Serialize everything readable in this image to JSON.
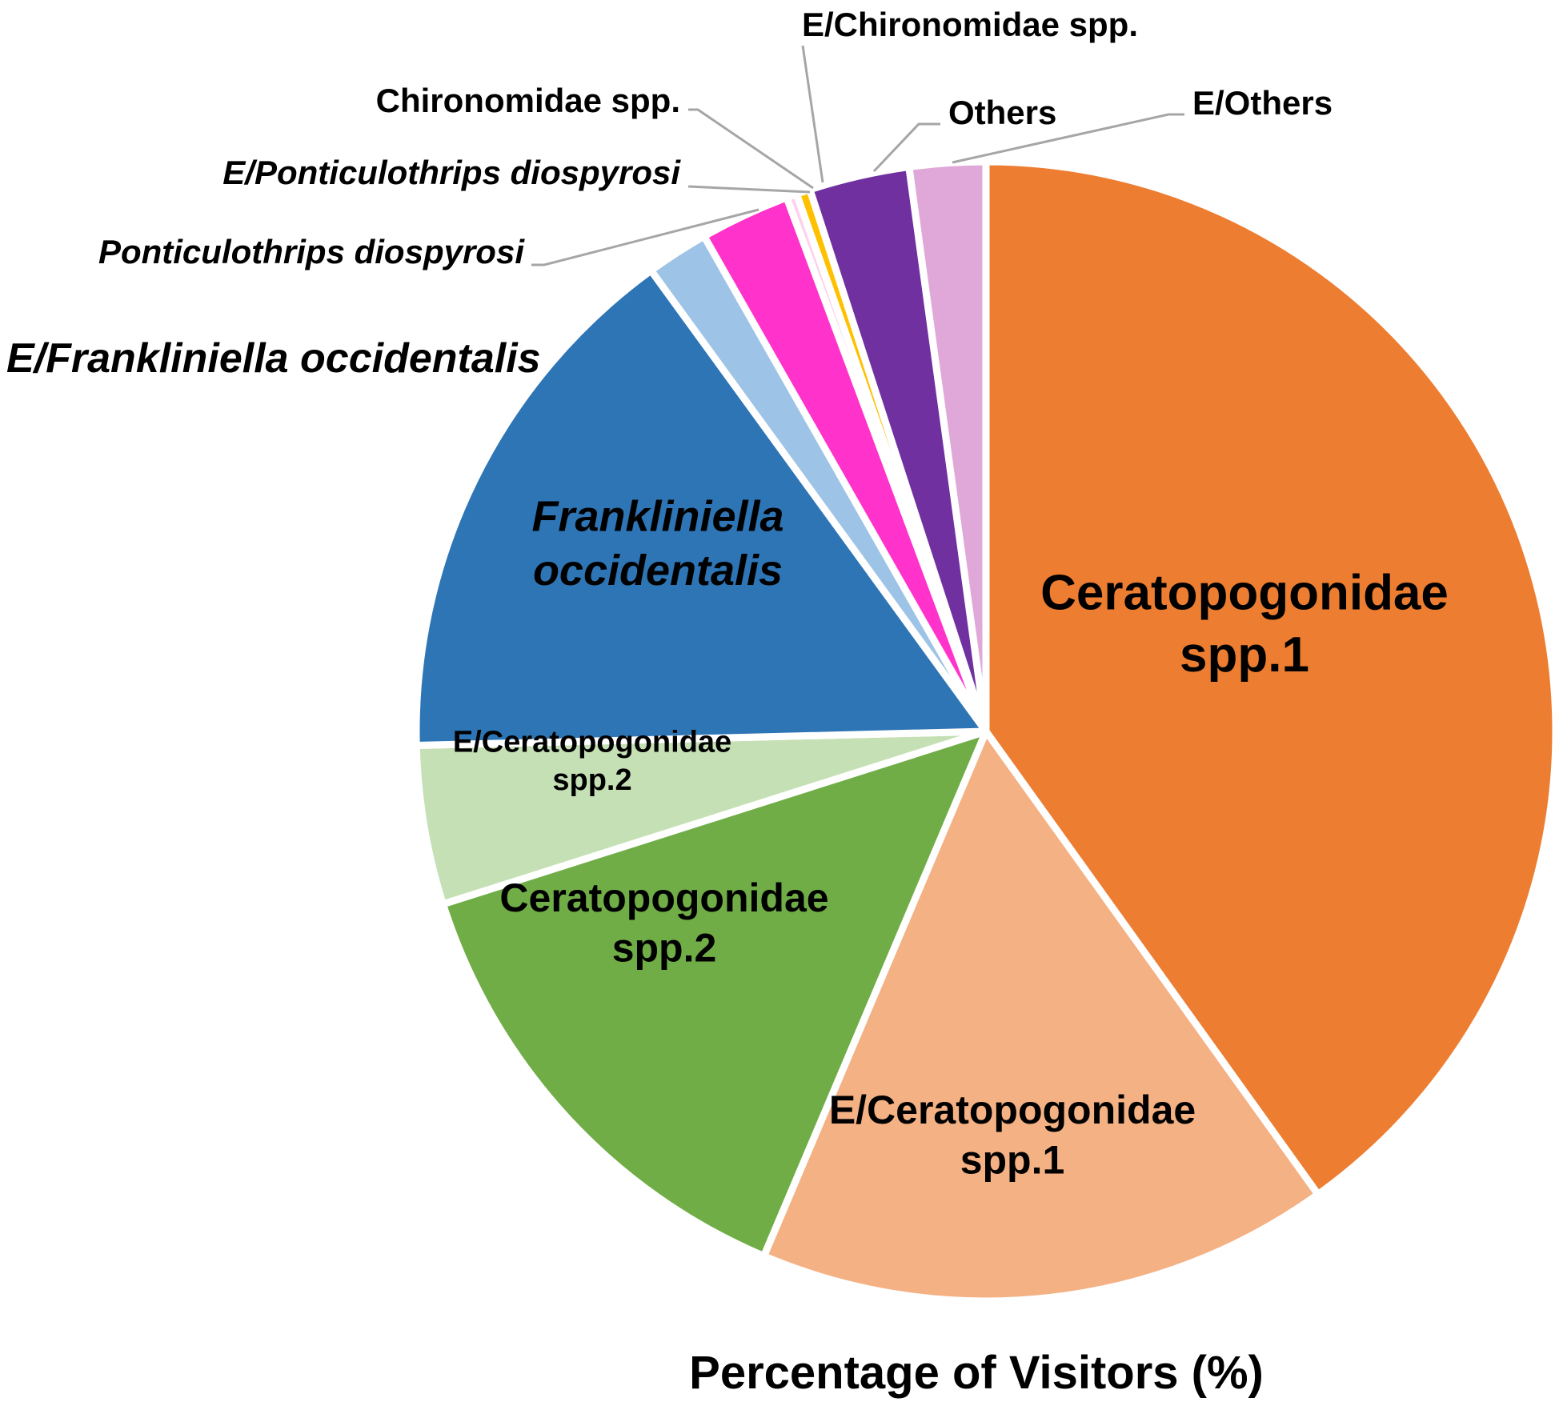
{
  "chart_data": {
    "type": "pie",
    "title": "Percentage of Visitors (%)",
    "slices": [
      {
        "label": "Ceratopogonidae spp.1",
        "value": 40.9,
        "color": "#ED7D31",
        "italic": false
      },
      {
        "label": "E/Ceratopogonidae spp.1",
        "value": 16.6,
        "color": "#F4B183",
        "italic": false
      },
      {
        "label": "Ceratopogonidae spp.2",
        "value": 14.0,
        "color": "#70AD47",
        "italic": false
      },
      {
        "label": "E/Ceratopogonidae spp.2",
        "value": 4.6,
        "color": "#C5E0B4",
        "italic": false
      },
      {
        "label": "Frankliniella occidentalis",
        "value": 15.7,
        "color": "#2E75B6",
        "italic": true
      },
      {
        "label": "E/Frankliniella occidentalis",
        "value": 0.0,
        "color": "#1F4E79",
        "italic": true
      },
      {
        "label": "Ponticulothrips diospyrosi",
        "value": 1.8,
        "color": "#9DC3E6",
        "italic": true
      },
      {
        "label": "E/Ponticulothrips diospyrosi",
        "value": 2.6,
        "color": "#FF33CC",
        "italic": true
      },
      {
        "label": "Chironomidae spp.",
        "value": 0.3,
        "color": "#FFD1EC",
        "italic": false
      },
      {
        "label": "E/Chironomidae spp.",
        "value": 0.4,
        "color": "#FFC000",
        "italic": false
      },
      {
        "label": "Others",
        "value": 2.9,
        "color": "#7030A0",
        "italic": false
      },
      {
        "label": "E/Others",
        "value": 2.2,
        "color": "#E0A8D8",
        "italic": false
      }
    ]
  }
}
